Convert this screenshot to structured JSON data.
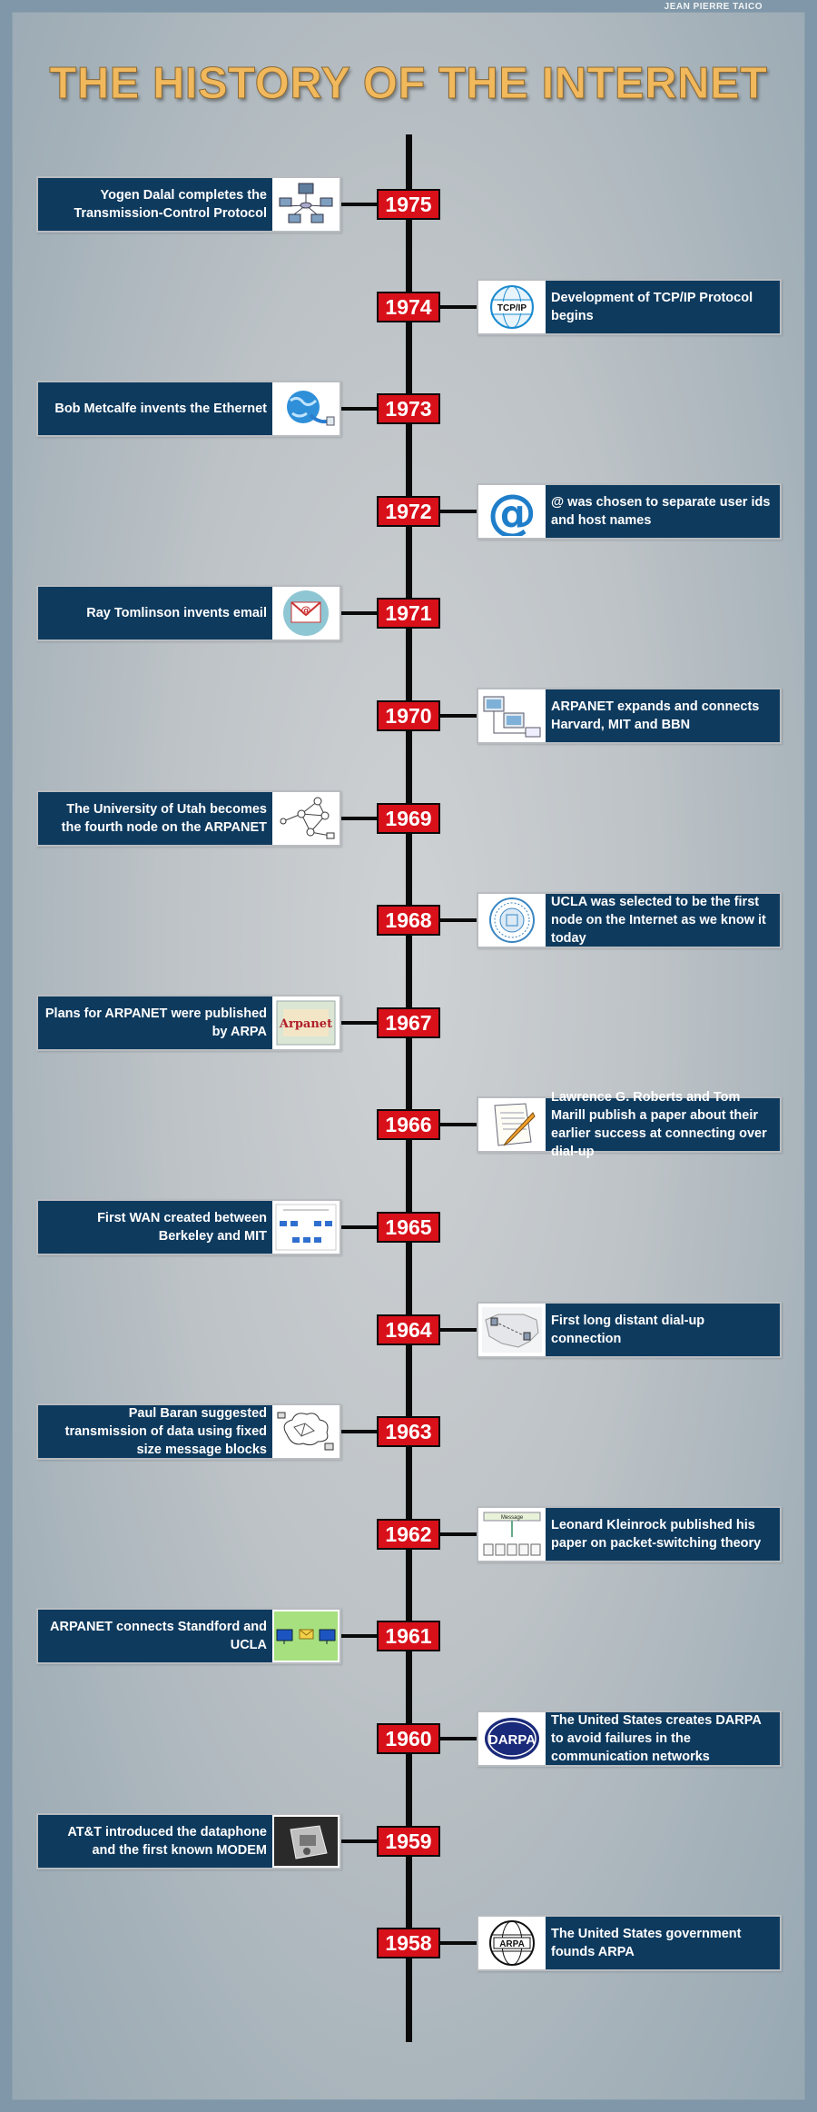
{
  "author": "JEAN PIERRE TAICO",
  "title": "THE HISTORY OF THE INTERNET",
  "colors": {
    "card_blue": "#0e3a5e",
    "badge_red": "#d8101a",
    "title_gold": "#f1b85c"
  },
  "events": [
    {
      "year": "1975",
      "text": "Yogen Dalal completes the Transmission-Control Protocol",
      "icon": "network-computers-icon",
      "icon_text": ""
    },
    {
      "year": "1974",
      "text": "Development of TCP/IP Protocol begins",
      "icon": "tcpip-globe-icon",
      "icon_text": "TCP/IP"
    },
    {
      "year": "1973",
      "text": "Bob Metcalfe invents the Ethernet",
      "icon": "ethernet-globe-icon",
      "icon_text": ""
    },
    {
      "year": "1972",
      "text": "@ was chosen to separate user ids and host names",
      "icon": "at-sign-icon",
      "icon_text": "@"
    },
    {
      "year": "1971",
      "text": "Ray Tomlinson invents email",
      "icon": "email-envelope-icon",
      "icon_text": "@"
    },
    {
      "year": "1970",
      "text": "ARPANET expands and connects Harvard, MIT and BBN",
      "icon": "computers-icon",
      "icon_text": ""
    },
    {
      "year": "1969",
      "text": "The University of Utah becomes the fourth node on the ARPANET",
      "icon": "node-diagram-icon",
      "icon_text": ""
    },
    {
      "year": "1968",
      "text": "UCLA was selected to be the first node on the Internet as we know it today",
      "icon": "ucla-seal-icon",
      "icon_text": ""
    },
    {
      "year": "1967",
      "text": "Plans for ARPANET were published by ARPA",
      "icon": "arpanet-logo-icon",
      "icon_text": "Arpanet"
    },
    {
      "year": "1966",
      "text": "Lawrence G. Roberts and Tom Marill publish a paper about their earlier success at connecting over dial-up",
      "icon": "paper-pencil-icon",
      "icon_text": ""
    },
    {
      "year": "1965",
      "text": "First WAN created between Berkeley and MIT",
      "icon": "wan-diagram-icon",
      "icon_text": ""
    },
    {
      "year": "1964",
      "text": "First long distant dial-up connection",
      "icon": "usa-map-icon",
      "icon_text": ""
    },
    {
      "year": "1963",
      "text": "Paul Baran suggested transmission of data using fixed size message blocks",
      "icon": "cloud-network-icon",
      "icon_text": ""
    },
    {
      "year": "1962",
      "text": "Leonard Kleinrock published his paper on packet-switching theory",
      "icon": "packet-diagram-icon",
      "icon_text": "Message"
    },
    {
      "year": "1961",
      "text": "ARPANET connects Standford and UCLA",
      "icon": "two-computers-mail-icon",
      "icon_text": ""
    },
    {
      "year": "1960",
      "text": "The United States creates DARPA to avoid failures in the communication networks",
      "icon": "darpa-logo-icon",
      "icon_text": "DARPA"
    },
    {
      "year": "1959",
      "text": "AT&T introduced the dataphone and the first known MODEM",
      "icon": "dataphone-icon",
      "icon_text": ""
    },
    {
      "year": "1958",
      "text": "The United States government founds ARPA",
      "icon": "arpa-globe-icon",
      "icon_text": "ARPA"
    }
  ]
}
